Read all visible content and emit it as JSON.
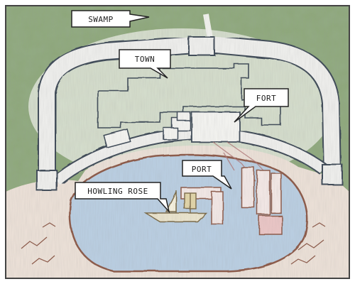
{
  "map": {
    "labels": {
      "swamp": "SWAMP",
      "town": "TOWN",
      "fort": "FORT",
      "port": "PORT",
      "ship": "HOWLING ROSE"
    },
    "colors": {
      "forest": "#7e9a6a",
      "water": "#b9cde0",
      "sand": "#eadfd6",
      "wall": "#ededeb",
      "outline": "#3f4b58",
      "cliff": "#8c5a4a",
      "ship": "#7a6a48",
      "pier": "#b07878",
      "border": "#444444"
    },
    "icons": [
      "ship-icon",
      "pier-icon",
      "wall-tower-icon"
    ]
  }
}
